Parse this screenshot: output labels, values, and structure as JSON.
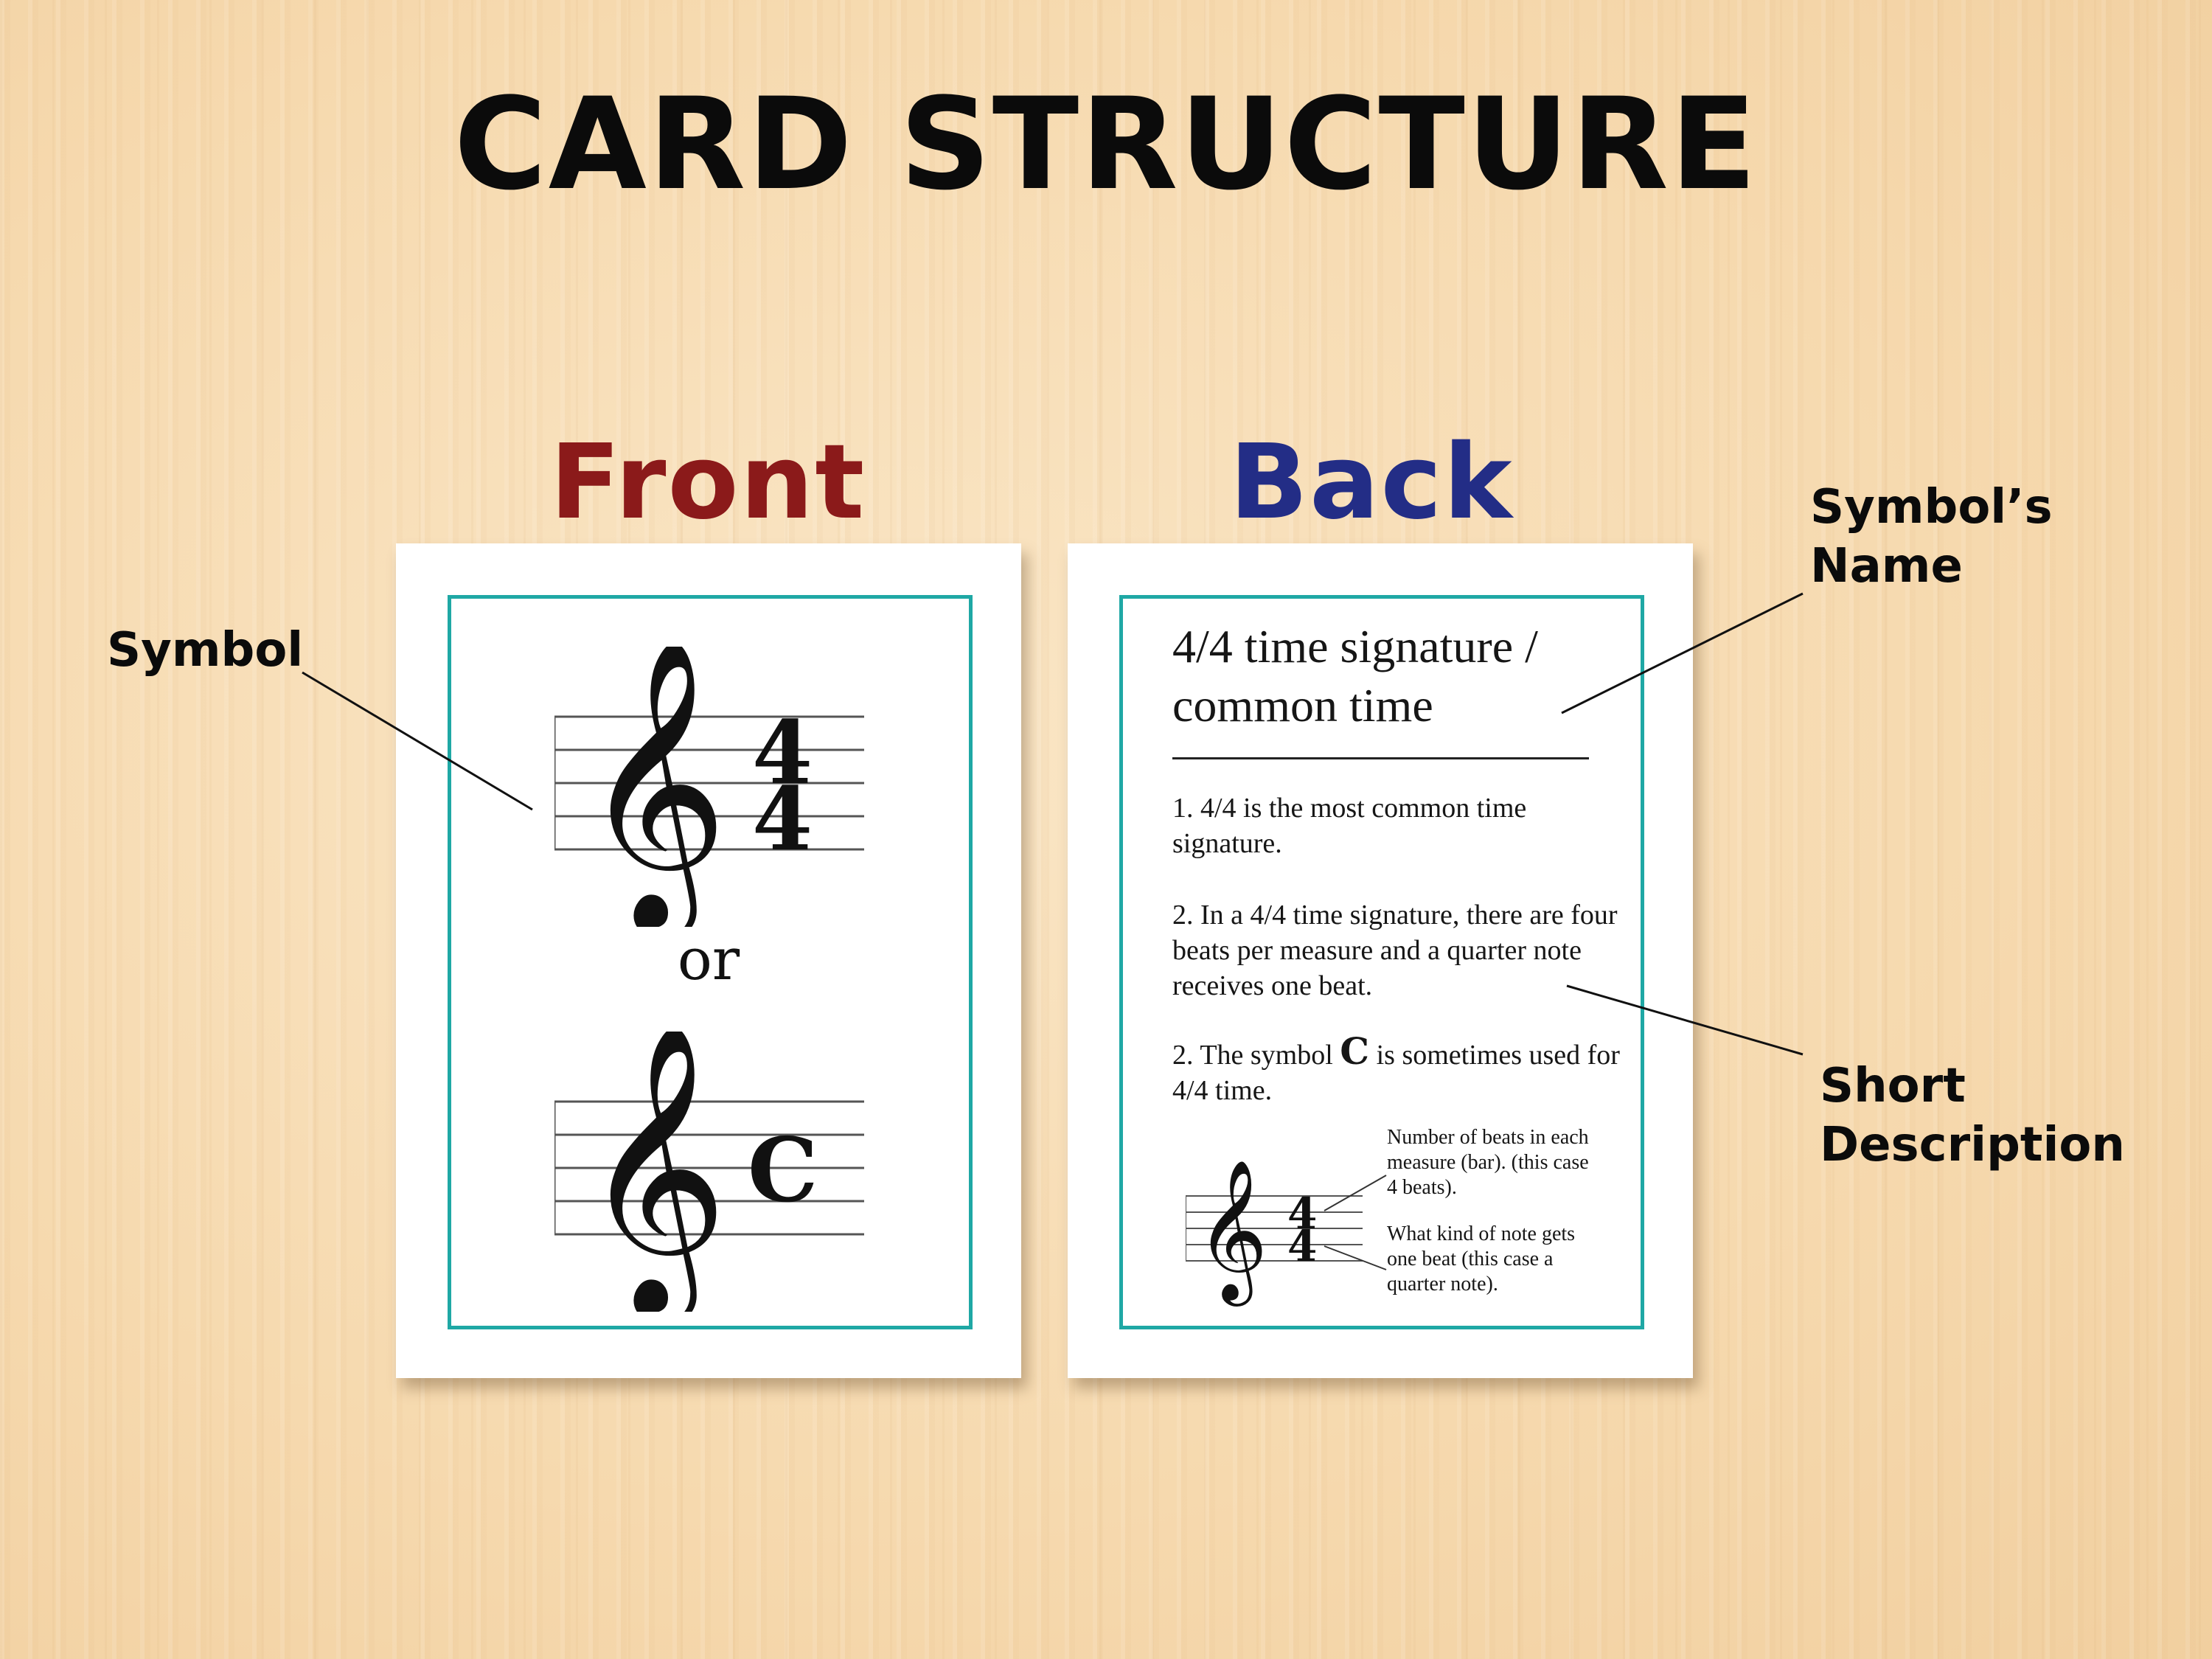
{
  "title": "CARD STRUCTURE",
  "front": {
    "heading": "Front",
    "top_time_signature": {
      "numerator": "4",
      "denominator": "4"
    },
    "separator": "or",
    "common_time_symbol": "C"
  },
  "back": {
    "heading": "Back",
    "symbol_name": "4/4 time signature / common time",
    "point_1": "1. 4/4 is the most common time signature.",
    "point_2": "2. In a 4/4 time signature, there are four beats per measure and a quarter note receives one beat.",
    "point_3_before": "2. The symbol",
    "point_3_symbol": "C",
    "point_3_after": "is sometimes used for 4/4 time.",
    "example_time_signature": {
      "numerator": "4",
      "denominator": "4"
    },
    "note_numerator": "Number of beats in each measure (bar). (this case 4 beats).",
    "note_denominator": "What kind of note gets one beat (this case a quarter note)."
  },
  "callouts": {
    "symbol": "Symbol",
    "symbol_name": "Symbol’s\nName",
    "short_description": "Short\nDescription"
  },
  "colors": {
    "background": "#f7d9ae",
    "front_heading": "#8b1a1a",
    "back_heading": "#232d86",
    "card_frame": "#1fa8a5"
  },
  "icons": [
    "treble-clef-icon",
    "common-time-icon"
  ]
}
